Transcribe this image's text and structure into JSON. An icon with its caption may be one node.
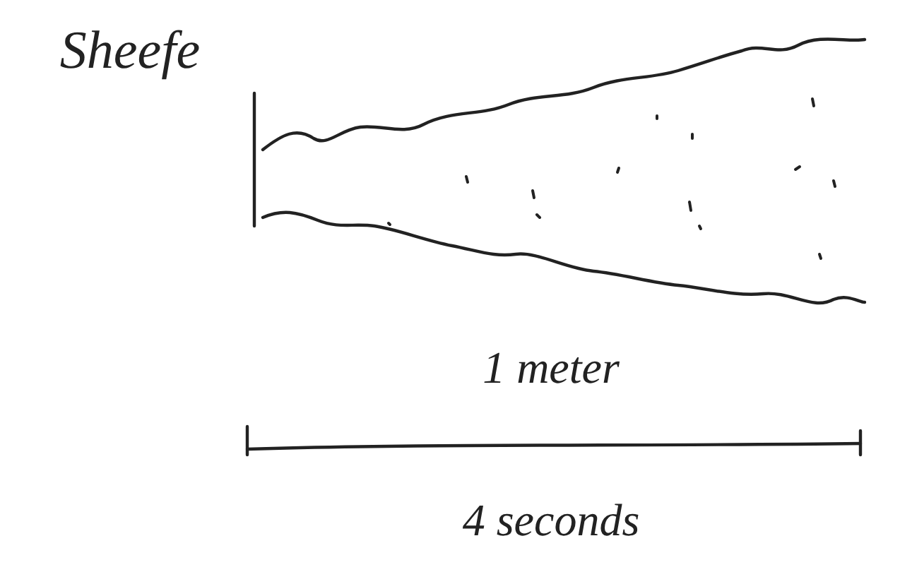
{
  "diagram": {
    "labels": [
      "Sheefe",
      "1 meter",
      "4 seconds"
    ]
  }
}
